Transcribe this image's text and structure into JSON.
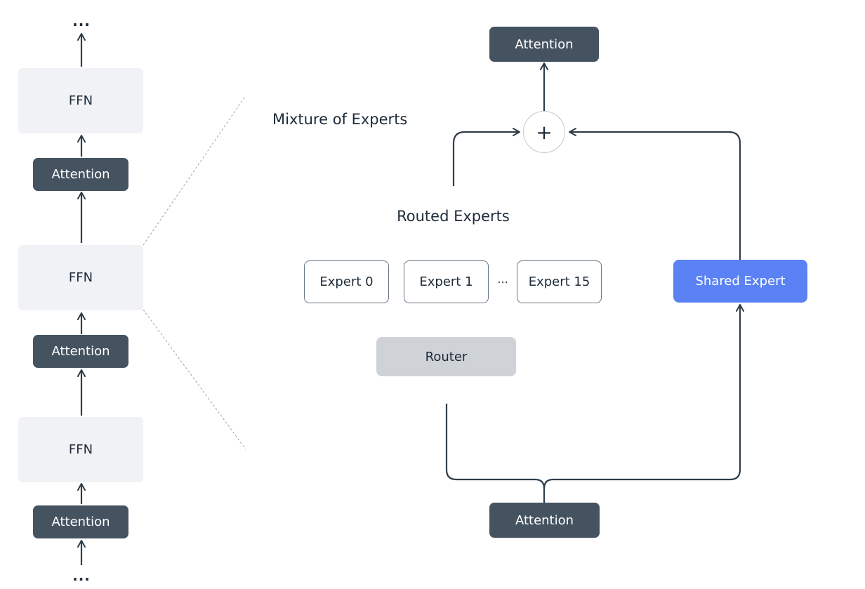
{
  "left_stack": {
    "top_ellipsis": "...",
    "bottom_ellipsis": "...",
    "ffn_labels": [
      "FFN",
      "FFN",
      "FFN"
    ],
    "attention_labels": [
      "Attention",
      "Attention",
      "Attention"
    ]
  },
  "moe": {
    "title": "Mixture of Experts",
    "top_attention": "Attention",
    "bottom_attention": "Attention",
    "plus_symbol": "+",
    "routed_title": "Routed Experts",
    "experts": [
      "Expert 0",
      "Expert 1",
      "Expert 15"
    ],
    "expert_ellipsis": "...",
    "router": "Router",
    "shared_expert": "Shared Expert"
  },
  "colors": {
    "dark_box": "#455361",
    "light_panel": "#f1f2f5",
    "shared_expert": "#5b82f4",
    "router": "#cfd2d7",
    "line": "#2f3d4a"
  }
}
